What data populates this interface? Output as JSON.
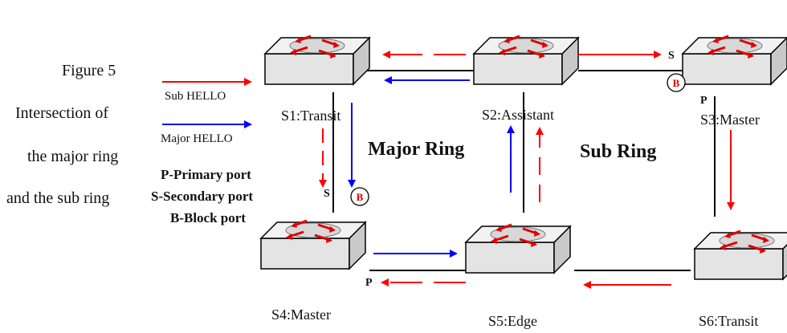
{
  "caption": {
    "line1": "Figure 5",
    "line2": "Intersection of",
    "line3": "the major ring",
    "line4": "and the sub ring"
  },
  "legend": {
    "sub_hello": "Sub HELLO",
    "major_hello": "Major HELLO",
    "sub_color": "#ff0000",
    "major_color": "#0000ff"
  },
  "port_definitions": {
    "primary": "P-Primary port",
    "secondary": "S-Secondary port",
    "block": "B-Block port"
  },
  "rings": {
    "major": "Major Ring",
    "sub": "Sub Ring"
  },
  "nodes": {
    "s1": "S1:Transit",
    "s2": "S2:Assistant",
    "s3": "S3:Master",
    "s4": "S4:Master",
    "s5": "S5:Edge",
    "s6": "S6:Transit"
  },
  "ports": {
    "s3_secondary": "S",
    "s3_primary": "P",
    "s4_secondary": "S",
    "s4_primary": "P"
  },
  "block_marker": "B",
  "icons": {
    "switch": "switch-icon",
    "block": "block-port-icon"
  }
}
